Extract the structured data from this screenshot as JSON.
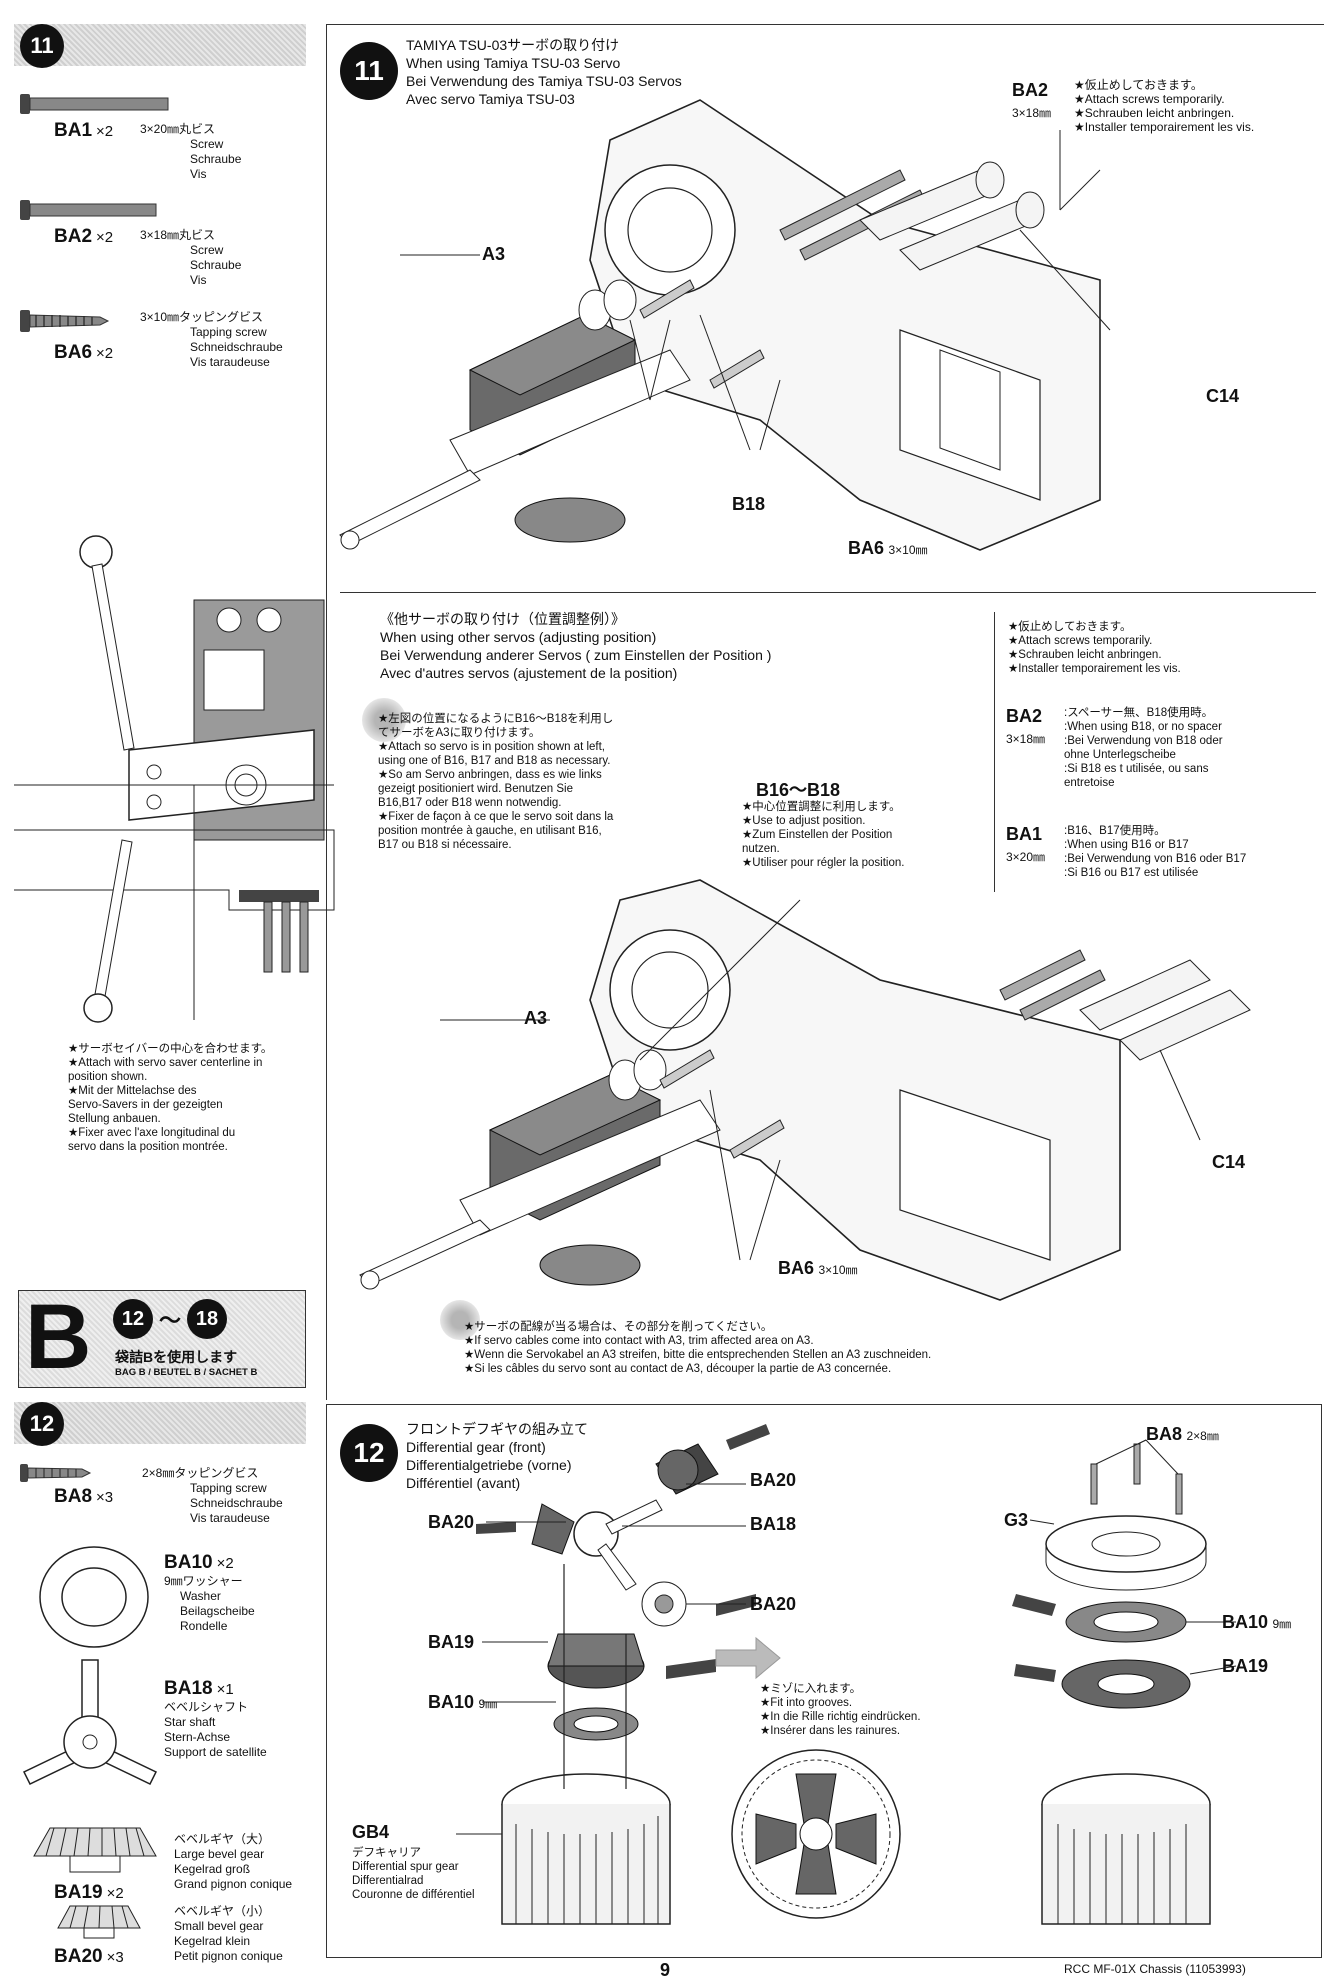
{
  "step11": {
    "number": "11",
    "parts": [
      {
        "code": "BA1",
        "qty": "×2",
        "spec": "3×20㎜丸ビス",
        "names": [
          "Screw",
          "Schraube",
          "Vis"
        ]
      },
      {
        "code": "BA2",
        "qty": "×2",
        "spec": "3×18㎜丸ビス",
        "names": [
          "Screw",
          "Schraube",
          "Vis"
        ]
      },
      {
        "code": "BA6",
        "qty": "×2",
        "spec": "3×10㎜タッピングビス",
        "names": [
          "Tapping screw",
          "Schneidschraube",
          "Vis taraudeuse"
        ]
      }
    ],
    "tamiya": {
      "title_jp": "TAMIYA TSU-03サーボの取り付け",
      "title_en": "When using Tamiya TSU-03 Servo",
      "title_de": "Bei Verwendung des Tamiya TSU-03 Servos",
      "title_fr": "Avec servo Tamiya TSU-03",
      "ba2_code": "BA2",
      "ba2_dim": "3×18㎜",
      "temp_notes": [
        "★仮止めしておきます。",
        "★Attach screws temporarily.",
        "★Schrauben leicht anbringen.",
        "★Installer temporairement les vis."
      ],
      "label_a3": "A3",
      "label_c14": "C14",
      "label_b18": "B18",
      "label_ba6": "BA6",
      "ba6_dim": "3×10㎜"
    },
    "other": {
      "title_jp": "《他サーボの取り付け（位置調整例）》",
      "title_en": "When using other servos (adjusting position)",
      "title_de": "Bei Verwendung anderer Servos ( zum Einstellen der Position )",
      "title_fr": "Avec d'autres servos (ajustement de la position)",
      "notes": [
        "★左図の位置になるようにB16〜B18を利用し",
        "てサーボをA3に取り付けます。",
        "★Attach so servo is in position shown at left,",
        "using one of B16, B17 and B18 as necessary.",
        "★So am Servo anbringen, dass es wie links",
        "gezeigt positioniert wird. Benutzen Sie",
        "B16,B17 oder B18 wenn notwendig.",
        "★Fixer de façon à ce que le servo soit dans la",
        "position montrée à gauche, en utilisant B16,",
        "B17 ou B18 si nécessaire."
      ],
      "b16b18_label": "B16〜B18",
      "b16b18_notes": [
        "★中心位置調整に利用します。",
        "★Use to adjust position.",
        "★Zum Einstellen der Position",
        "nutzen.",
        "★Utiliser pour régler la position."
      ],
      "temp_notes": [
        "★仮止めしておきます。",
        "★Attach screws temporarily.",
        "★Schrauben leicht anbringen.",
        "★Installer temporairement les vis."
      ],
      "ba2_code": "BA2",
      "ba2_dim": "3×18㎜",
      "ba2_notes": [
        ":スペーサー無、B18使用時。",
        ":When using B18, or no spacer",
        ":Bei Verwendung von B18 oder",
        "ohne Unterlegscheibe",
        ":Si B18 es t utilisée, ou sans",
        "entretoise"
      ],
      "ba1_code": "BA1",
      "ba1_dim": "3×20㎜",
      "ba1_notes": [
        ":B16、B17使用時。",
        ":When using B16 or B17",
        ":Bei Verwendung von B16 oder B17",
        ":Si B16 ou B17 est utilisée"
      ],
      "label_a3": "A3",
      "label_c14": "C14",
      "label_ba6": "BA6",
      "ba6_dim": "3×10㎜",
      "cable_notes": [
        "★サーボの配線が当る場合は、その部分を削ってください。",
        "★If servo cables come into contact with A3, trim affected area on A3.",
        "★Wenn die Servokabel an A3 streifen, bitte die entsprechenden Stellen an A3 zuschneiden.",
        "★Si les câbles du servo sont au contact de A3, découper la partie de A3 concernée."
      ]
    },
    "saver_notes": [
      "★サーボセイバーの中心を合わせます。",
      "★Attach with servo saver centerline in",
      "position shown.",
      "★Mit der Mittelachse des",
      "Servo-Savers in der gezeigten",
      "Stellung anbauen.",
      "★Fixer avec l'axe longitudinal du",
      "servo dans la position montrée."
    ]
  },
  "bag": {
    "letter": "B",
    "from": "12",
    "tilde": "〜",
    "to": "18",
    "jp": "袋詰Bを使用します",
    "langs": "BAG B / BEUTEL B / SACHET B"
  },
  "step12": {
    "number": "12",
    "parts": [
      {
        "code": "BA8",
        "qty": "×3",
        "spec": "2×8㎜タッピングビス",
        "names": [
          "Tapping screw",
          "Schneidschraube",
          "Vis taraudeuse"
        ]
      },
      {
        "code": "BA10",
        "qty": "×2",
        "spec": "9㎜ワッシャー",
        "names": [
          "Washer",
          "Beilagscheibe",
          "Rondelle"
        ]
      },
      {
        "code": "BA18",
        "qty": "×1",
        "spec": "ベベルシャフト",
        "names": [
          "Star shaft",
          "Stern-Achse",
          "Support de satellite"
        ]
      },
      {
        "code": "BA19",
        "qty": "×2",
        "spec": "ベベルギヤ（大）",
        "names": [
          "Large bevel gear",
          "Kegelrad groß",
          "Grand pignon conique"
        ]
      },
      {
        "code": "BA20",
        "qty": "×3",
        "spec": "ベベルギヤ（小）",
        "names": [
          "Small bevel gear",
          "Kegelrad klein",
          "Petit pignon conique"
        ]
      }
    ],
    "title_jp": "フロントデフギヤの組み立て",
    "title_en": "Differential gear (front)",
    "title_de": "Differentialgetriebe (vorne)",
    "title_fr": "Différentiel (avant)",
    "labels": {
      "ba20_a": "BA20",
      "ba20_b": "BA20",
      "ba20_c": "BA20",
      "ba18": "BA18",
      "ba19": "BA19",
      "ba10": "BA10",
      "ba10_dim": "9㎜",
      "gb4": "GB4",
      "ba8": "BA8",
      "ba8_dim": "2×8㎜",
      "g3": "G3",
      "ba10_r": "BA10",
      "ba10_r_dim": "9㎜",
      "ba19_r": "BA19"
    },
    "gb4_notes": [
      "デフキャリア",
      "Differential spur gear",
      "Differentialrad",
      "Couronne de différentiel"
    ],
    "groove_notes": [
      "★ミゾに入れます。",
      "★Fit into grooves.",
      "★In die Rille richtig eindrücken.",
      "★Insérer dans les rainures."
    ]
  },
  "footer": {
    "page": "9",
    "model": "RCC MF-01X Chassis (11053993)"
  }
}
